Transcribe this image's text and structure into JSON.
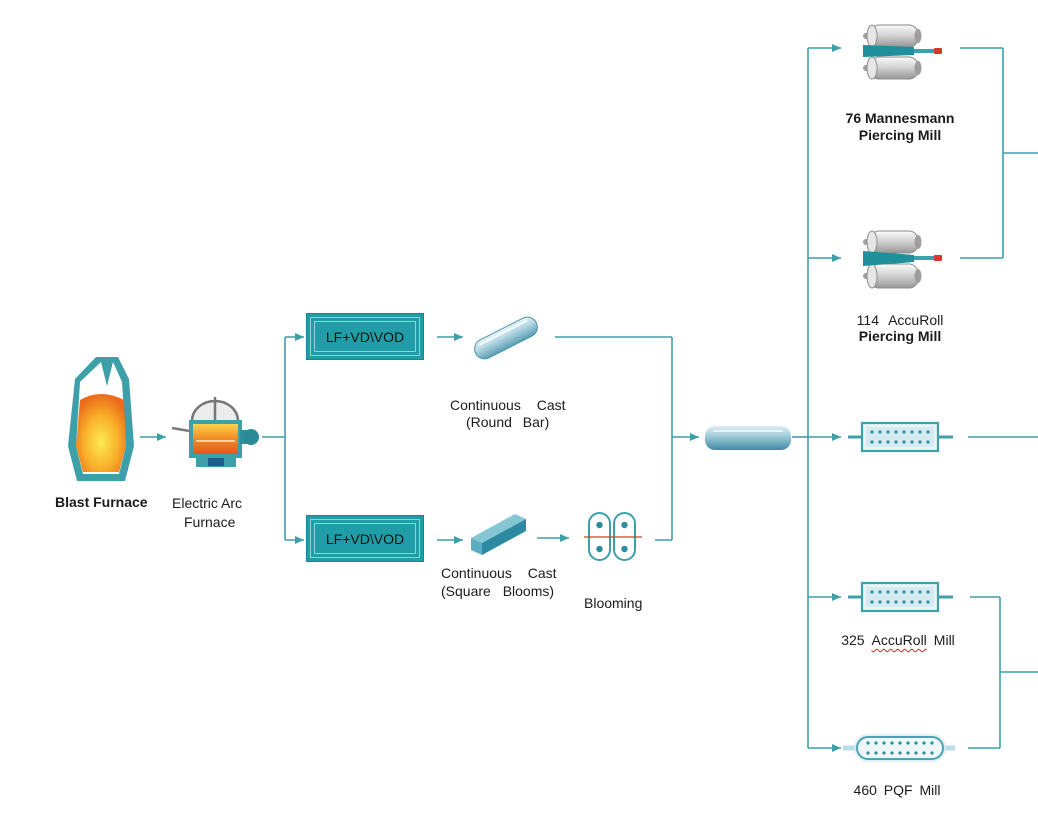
{
  "colors": {
    "flow_line": "#3d9fa8",
    "refining_box_fill": "#1f9ea7",
    "refining_box_inner_line": "#8dd2d7",
    "label_text": "#1b1b1b",
    "molten_metal": "#f6a623",
    "spellcheck_underline": "#d42a1f"
  },
  "stages": {
    "blast_furnace": {
      "icon": "blast-furnace-icon",
      "label": "Blast Furnace"
    },
    "electric_arc_furnace": {
      "icon": "electric-arc-furnace-icon",
      "label_line1": "Electric Arc",
      "label_line2": "Furnace"
    },
    "refining_top": {
      "icon": "ladle-refining-box",
      "label": "LF+VD\\VOD"
    },
    "refining_bottom": {
      "icon": "ladle-refining-box",
      "label": "LF+VD\\VOD"
    },
    "continuous_cast_round": {
      "icon": "round-bar-icon",
      "label_line1": "Continuous Cast",
      "label_line2": "(Round Bar)"
    },
    "continuous_cast_square": {
      "icon": "square-bloom-icon",
      "label_line1": "Continuous Cast",
      "label_line2": "(Square Blooms)"
    },
    "blooming": {
      "icon": "blooming-mill-icon",
      "label": "Blooming"
    },
    "billet": {
      "icon": "round-billet-icon"
    },
    "mill_76": {
      "icon": "piercing-mill-icon",
      "label_line1": "76 Mannesmann",
      "label_line2": "Piercing Mill"
    },
    "mill_114": {
      "icon": "piercing-mill-icon",
      "label_line1": "114 AccuRoll",
      "label_line2": "Piercing Mill"
    },
    "mill_unlabeled": {
      "icon": "rolling-mill-icon"
    },
    "mill_325": {
      "icon": "rolling-mill-icon",
      "label_parts": [
        "325",
        "AccuRoll",
        "Mill"
      ]
    },
    "mill_460": {
      "icon": "pqf-mill-icon",
      "label": "460 PQF Mill"
    }
  }
}
